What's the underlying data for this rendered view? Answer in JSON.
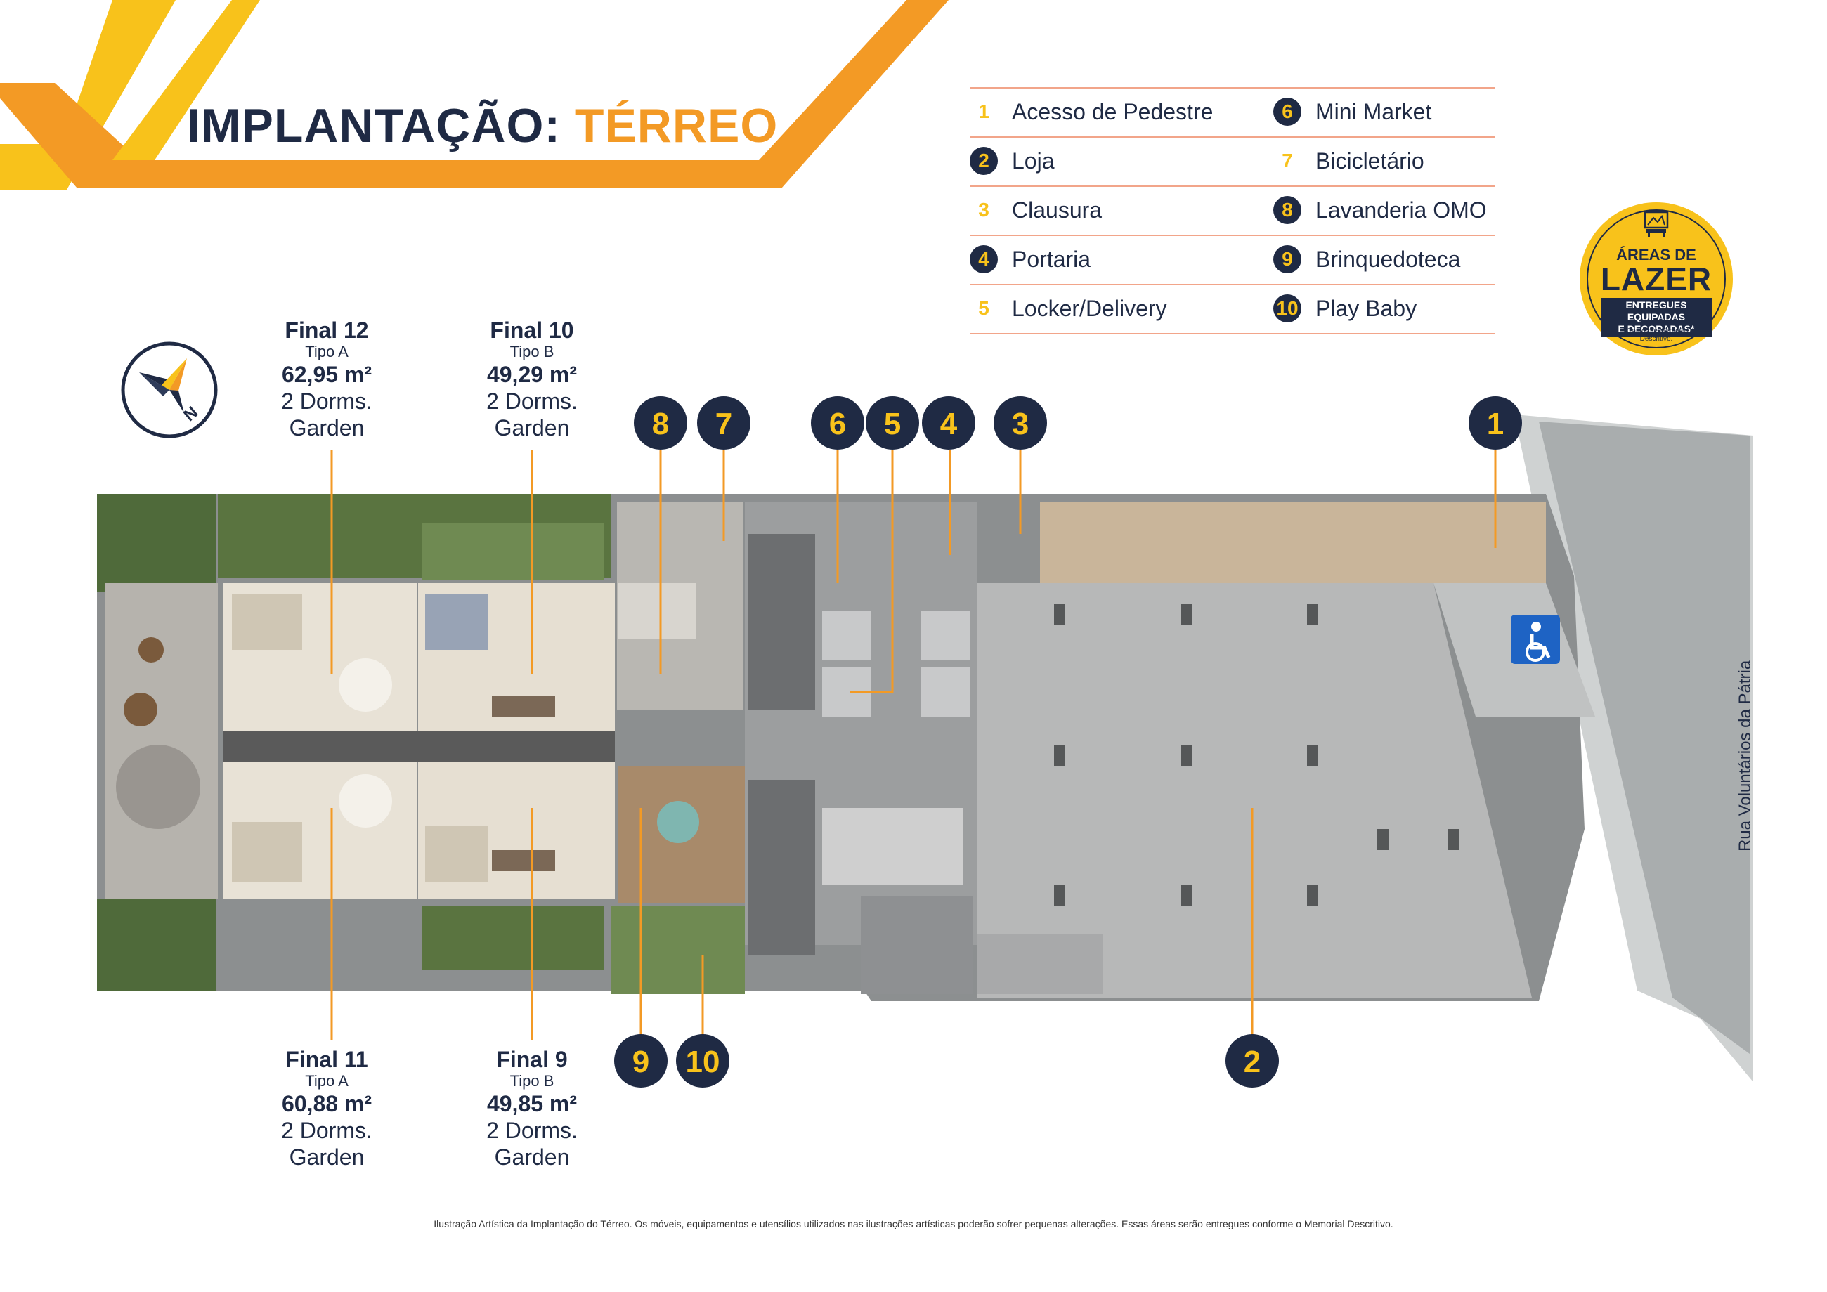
{
  "title": {
    "prefix": "IMPLANTAÇÃO:",
    "accent": "TÉRREO"
  },
  "colors": {
    "navy": "#1f2a44",
    "orange": "#f39a25",
    "yellow": "#f8c21b",
    "legend_rule": "#f2a58a"
  },
  "legend": [
    {
      "num": "1",
      "label": "Acesso de Pedestre",
      "badge": false
    },
    {
      "num": "2",
      "label": "Loja",
      "badge": true
    },
    {
      "num": "3",
      "label": "Clausura",
      "badge": false
    },
    {
      "num": "4",
      "label": "Portaria",
      "badge": true
    },
    {
      "num": "5",
      "label": "Locker/Delivery",
      "badge": false
    },
    {
      "num": "6",
      "label": "Mini Market",
      "badge": true
    },
    {
      "num": "7",
      "label": "Bicicletário",
      "badge": false
    },
    {
      "num": "8",
      "label": "Lavanderia OMO",
      "badge": true
    },
    {
      "num": "9",
      "label": "Brinquedoteca",
      "badge": true
    },
    {
      "num": "10",
      "label": "Play Baby",
      "badge": true
    }
  ],
  "badge": {
    "line1": "ÁREAS DE",
    "line2": "LAZER",
    "line3a": "ENTREGUES EQUIPADAS",
    "line3b": "E DECORADAS*",
    "note_a": "*Conforme Memorial",
    "note_b": "Descritivo.",
    "icon": "furniture-icon"
  },
  "compass": {
    "letter": "N",
    "icon": "compass-north-icon"
  },
  "units": [
    {
      "id": "final-12",
      "name": "Final 12",
      "type": "Tipo A",
      "area": "62,95 m²",
      "dorms": "2 Dorms.",
      "extra": "Garden"
    },
    {
      "id": "final-10",
      "name": "Final 10",
      "type": "Tipo B",
      "area": "49,29 m²",
      "dorms": "2 Dorms.",
      "extra": "Garden"
    },
    {
      "id": "final-11",
      "name": "Final 11",
      "type": "Tipo A",
      "area": "60,88 m²",
      "dorms": "2 Dorms.",
      "extra": "Garden"
    },
    {
      "id": "final-9",
      "name": "Final 9",
      "type": "Tipo B",
      "area": "49,85 m²",
      "dorms": "2 Dorms.",
      "extra": "Garden"
    }
  ],
  "markers": [
    {
      "num": "8"
    },
    {
      "num": "7"
    },
    {
      "num": "6"
    },
    {
      "num": "5"
    },
    {
      "num": "4"
    },
    {
      "num": "3"
    },
    {
      "num": "1"
    },
    {
      "num": "9"
    },
    {
      "num": "10"
    },
    {
      "num": "2"
    }
  ],
  "accessibility_icon": "wheelchair-icon",
  "street": "Rua Voluntários da Pátria",
  "footnote": "Ilustração Artística da Implantação do Térreo. Os móveis, equipamentos e utensílios utilizados nas ilustrações artísticas poderão sofrer pequenas alterações. Essas áreas serão entregues conforme o Memorial Descritivo."
}
